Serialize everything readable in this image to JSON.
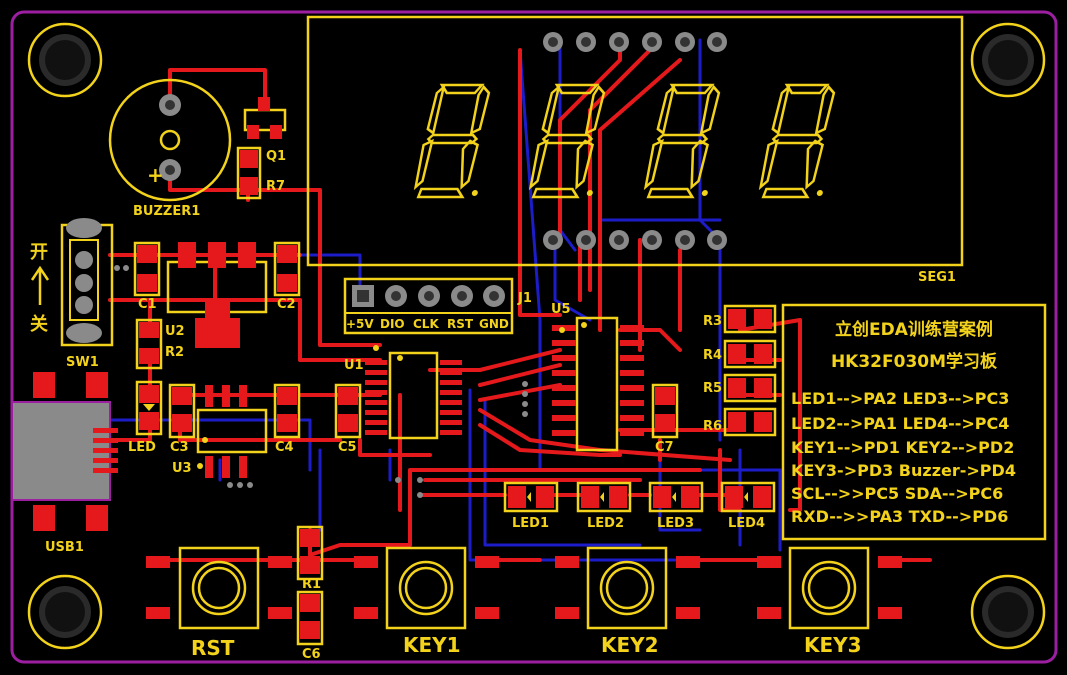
{
  "board": {
    "outline_color": "#9b1fa0",
    "silk_color": "#f2d21b",
    "copper_top_color": "#e5191b",
    "copper_bottom_color": "#1c1cc8"
  },
  "components": {
    "buzzer": "BUZZER1",
    "buzzer_plus": "+",
    "q1": "Q1",
    "r7": "R7",
    "sw1": "SW1",
    "sw_on": "开",
    "sw_off": "关",
    "c1": "C1",
    "c2": "C2",
    "u2": "U2",
    "r2": "R2",
    "led": "LED",
    "c3": "C3",
    "c4": "C4",
    "u3": "U3",
    "u1": "U1",
    "c5": "C5",
    "c6": "C6",
    "r1": "R1",
    "usb1": "USB1",
    "j1": "J1",
    "j1_pins": [
      "+5V",
      "DIO",
      "CLK",
      "RST",
      "GND"
    ],
    "u5": "U5",
    "c7": "C7",
    "r3": "R3",
    "r4": "R4",
    "r5": "R5",
    "r6": "R6",
    "seg1": "SEG1",
    "led1": "LED1",
    "led2": "LED2",
    "led3": "LED3",
    "led4": "LED4",
    "rst": "RST",
    "key1": "KEY1",
    "key2": "KEY2",
    "key3": "KEY3"
  },
  "info": {
    "title": "立创EDA训练营案例",
    "subtitle": "HK32F030M学习板",
    "lines": [
      "LED1-->PA2  LED3-->PC3",
      "LED2-->PA1  LED4-->PC4",
      "KEY1-->PD1  KEY2-->PD2",
      "KEY3->PD3 Buzzer->PD4",
      "SCL-->>PC5   SDA-->PC6",
      "RXD-->>PA3   TXD-->PD6"
    ]
  }
}
